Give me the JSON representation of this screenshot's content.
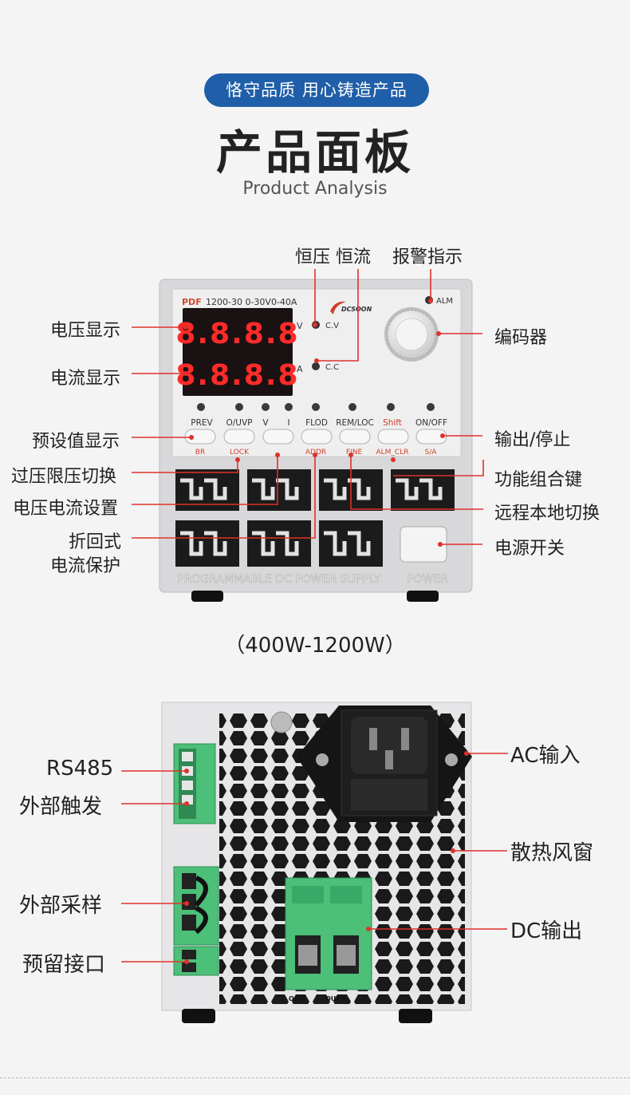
{
  "header": {
    "badge": "恪守品质 用心铸造产品",
    "title": "产品面板",
    "subtitle": "Product Analysis"
  },
  "front_panel": {
    "model": "1200-30  0-30V0-40A",
    "brand_logo": "PDF",
    "maker": "DCSOON",
    "voltage_display": "8.8.8.8",
    "current_display": "8.8.8.8",
    "unit_v": "V",
    "unit_a": "A",
    "cv": "C.V",
    "cc": "C.C",
    "alm": "ALM",
    "buttons_top": [
      "PREV",
      "O/UVP",
      "V",
      "I",
      "FLOD",
      "REM/LOC",
      "Shift",
      "ON/OFF"
    ],
    "buttons_bottom": [
      "BR",
      "LOCK",
      "ADDR",
      "FINE",
      "ALM_CLR",
      "S/A"
    ],
    "footer_text": "PROGRAMMABLE DC POWER SUPPLY",
    "power_label": "POWER",
    "capacity": "（400W-1200W）"
  },
  "front_callouts": {
    "cv_cc": "恒压 恒流",
    "alarm": "报警指示",
    "voltage_display": "电压显示",
    "current_display": "电流显示",
    "encoder": "编码器",
    "preset": "预设值显示",
    "ovp": "过压限压切换",
    "set_vi": "电压电流设置",
    "foldback_1": "折回式",
    "foldback_2": "电流保护",
    "output": "输出/停止",
    "combo": "功能组合键",
    "remote": "远程本地切换",
    "power": "电源开关"
  },
  "rear_panel": {
    "out_minus": "OUT-",
    "out_plus": "OUT+"
  },
  "rear_callouts": {
    "rs485": "RS485",
    "trigger": "外部触发",
    "sampling": "外部采样",
    "reserved": "预留接口",
    "ac_input": "AC输入",
    "vent": "散热风窗",
    "dc_output": "DC输出"
  },
  "colors": {
    "accent": "#e0312a",
    "badge": "#1f5ea8",
    "terminal_green": "#4cbf78",
    "led_red": "#ff2a2a"
  }
}
